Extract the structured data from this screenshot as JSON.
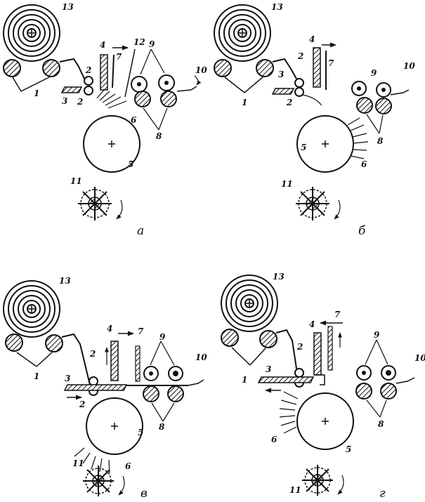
{
  "panels": [
    {
      "id": "a",
      "caption": "а",
      "labels": {
        "l13": "13",
        "l1": "1",
        "l2a": "2",
        "l2b": "2",
        "l3": "3",
        "l4": "4",
        "l7": "7",
        "l12": "12",
        "l9": "9",
        "l10": "10",
        "l8": "8",
        "l6": "6",
        "l5": "5",
        "l11": "11"
      }
    },
    {
      "id": "b",
      "caption": "б",
      "labels": {
        "l13": "13",
        "l1": "1",
        "l2a": "2",
        "l2b": "2",
        "l3": "3",
        "l4": "4",
        "l7": "7",
        "l9": "9",
        "l10": "10",
        "l8": "8",
        "l6": "6",
        "l5": "5",
        "l11": "11"
      }
    },
    {
      "id": "v",
      "caption": "в",
      "labels": {
        "l13": "13",
        "l1": "1",
        "l2a": "2",
        "l2b": "2",
        "l3": "3",
        "l4": "4",
        "l7": "7",
        "l9": "9",
        "l10": "10",
        "l8": "8",
        "l6": "6",
        "l5": "5",
        "l11": "11"
      }
    },
    {
      "id": "g",
      "caption": "г",
      "labels": {
        "l13": "13",
        "l1": "1",
        "l2": "2",
        "l3": "3",
        "l4": "4",
        "l7": "7",
        "l9": "9",
        "l10": "10",
        "l8": "8",
        "l6": "6",
        "l5": "5",
        "l11": "11"
      }
    }
  ]
}
